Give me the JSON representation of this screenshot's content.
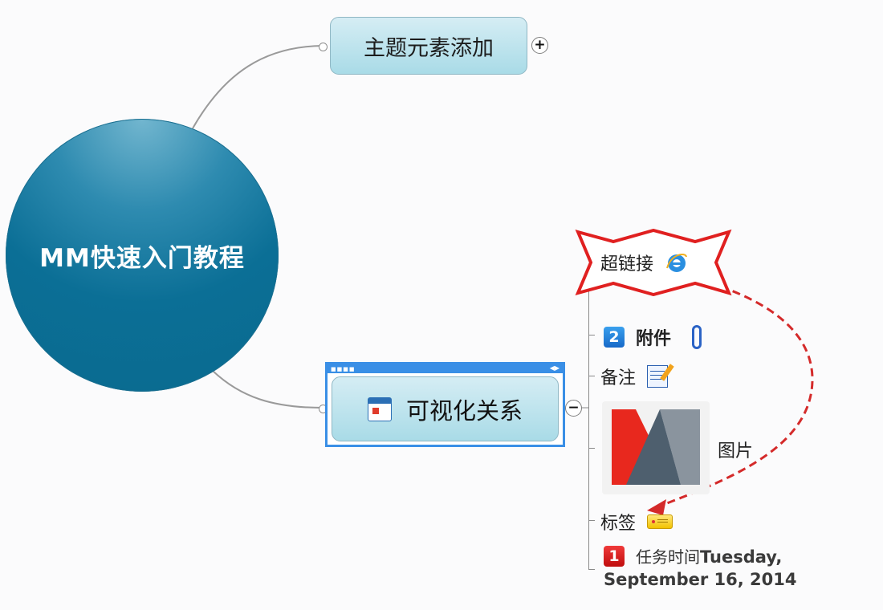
{
  "central_topic": {
    "label": "MM快速入门教程",
    "color": "#0b6f96"
  },
  "main_topics": [
    {
      "label": "主题元素添加",
      "expander": "+",
      "state": "collapsed"
    },
    {
      "label": "可视化关系",
      "expander": "−",
      "state": "expanded",
      "icon": "calendar-icon",
      "selected": true
    }
  ],
  "subtopics": [
    {
      "label": "超链接",
      "icon": "internet-explorer-icon",
      "boundary": "red-starburst"
    },
    {
      "label": "附件",
      "priority": "2",
      "icon": "paperclip-icon"
    },
    {
      "label": "备注",
      "icon": "note-pencil-icon"
    },
    {
      "label": "图片",
      "image": "mindmanager-logo"
    },
    {
      "label": "标签",
      "icon": "tag-icon"
    },
    {
      "label": "任务时间",
      "priority": "1",
      "date_line1": "Tuesday,",
      "date_line2": "September 16, 2014"
    }
  ],
  "relationship": {
    "from": "超链接",
    "to": "标签",
    "style": "dashed",
    "color": "#d42a2a"
  },
  "colors": {
    "topic_fill": "#b9e2ec",
    "selection": "#3a8fe6",
    "boundary": "#e02020",
    "relationship": "#d42a2a"
  }
}
